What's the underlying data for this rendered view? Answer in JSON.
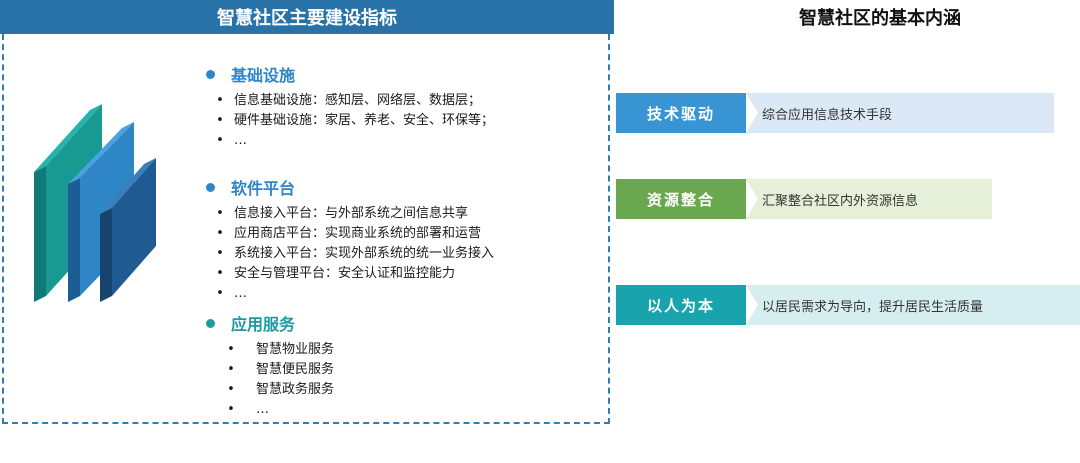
{
  "left": {
    "header": "智慧社区主要建设指标",
    "sections": [
      {
        "title": "基础设施",
        "items": [
          "信息基础设施：感知层、网络层、数据层；",
          "硬件基础设施：家居、养老、安全、环保等；",
          "…"
        ]
      },
      {
        "title": "软件平台",
        "items": [
          "信息接入平台：与外部系统之间信息共享",
          "应用商店平台：实现商业系统的部署和运营",
          "系统接入平台：实现外部系统的统一业务接入",
          "安全与管理平台：安全认证和监控能力",
          "…"
        ]
      },
      {
        "title": "应用服务",
        "items": [
          "智慧物业服务",
          "智慧便民服务",
          "智慧政务服务",
          "…"
        ]
      }
    ],
    "bullet": "•"
  },
  "right": {
    "title": "智慧社区的基本内涵",
    "rows": [
      {
        "label": "技术驱动",
        "desc": "综合应用信息技术手段"
      },
      {
        "label": "资源整合",
        "desc": "汇聚整合社区内外资源信息"
      },
      {
        "label": "以人为本",
        "desc": "以居民需求为导向，提升居民生活质量"
      }
    ]
  },
  "colors": {
    "header_blue": "#2872a8",
    "section_blue": "#2c86c8",
    "section_teal": "#1f9aa2",
    "row1": "#3894d2",
    "row1_bg": "#dbe9f6",
    "row2": "#6aa84f",
    "row2_bg": "#e6efd8",
    "row3": "#19a3ad",
    "row3_bg": "#d7eef0"
  }
}
